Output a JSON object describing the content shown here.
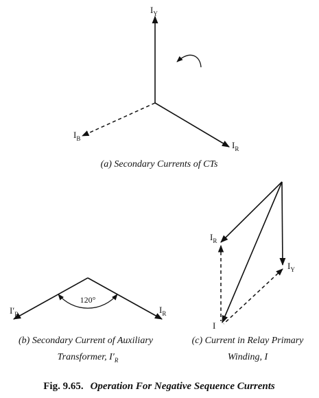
{
  "panel_a": {
    "label_iy_main": "I",
    "label_iy_sub": "Y",
    "label_ib_main": "I",
    "label_ib_sub": "B",
    "label_ir_main": "I",
    "label_ir_sub": "R",
    "caption": "(a) Secondary Currents of CTs"
  },
  "panel_b": {
    "label_irp_main": "I′",
    "label_irp_sub": "R",
    "label_ir_main": "I",
    "label_ir_sub": "R",
    "angle_label": "120°",
    "caption_line1": "(b) Secondary Current of Auxiliary",
    "caption_line2_text": "Transformer, I′",
    "caption_line2_sub": "R"
  },
  "panel_c": {
    "label_ir_main": "I",
    "label_ir_sub": "R",
    "label_iy_main": "I",
    "label_iy_sub": "Y",
    "label_i": "I",
    "caption_line1": "(c) Current in Relay Primary",
    "caption_line2": "Winding, I"
  },
  "figure_caption": {
    "number": "Fig. 9.65.",
    "text": "Operation For Negative Sequence Currents"
  }
}
